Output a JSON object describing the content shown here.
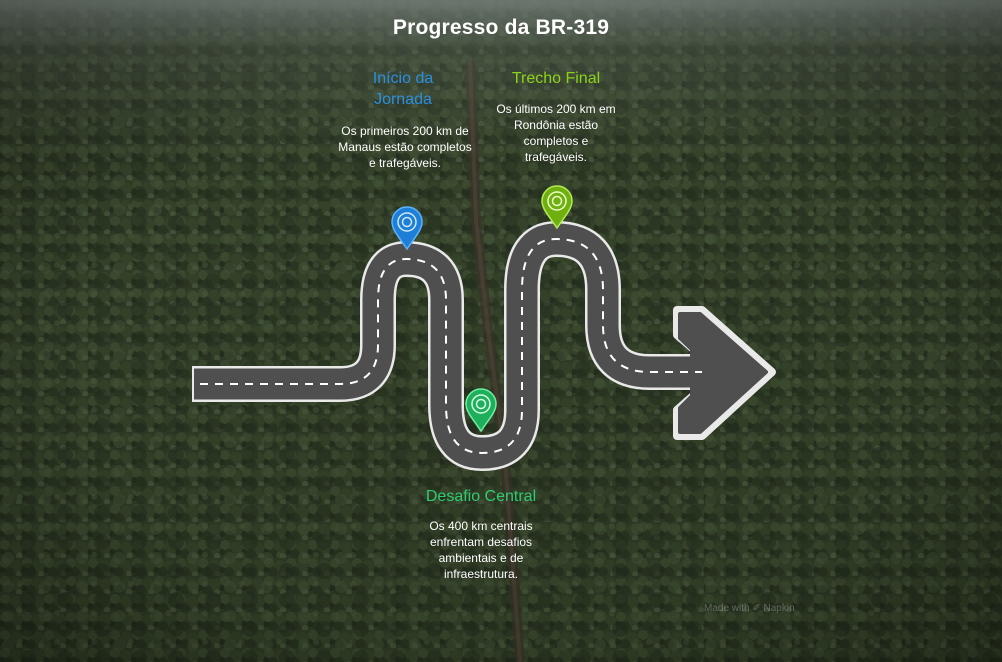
{
  "title": "Progresso da BR-319",
  "milestones": [
    {
      "title": "Início da Jornada",
      "description": "Os primeiros 200 km de Manaus estão completos e trafegáveis.",
      "color": "#2a8fe0",
      "icon": "map-pin-icon"
    },
    {
      "title": "Desafio Central",
      "description": "Os 400 km centrais enfrentam desafios ambientais e de infraestrutura.",
      "color": "#2ecc71",
      "icon": "map-pin-icon"
    },
    {
      "title": "Trecho Final",
      "description": "Os últimos 200 km em Rondônia estão completos e trafegáveis.",
      "color": "#8cd318",
      "icon": "map-pin-icon"
    }
  ],
  "watermark": "Made with ✐ Napkin",
  "colors": {
    "road": "#4f4f4f",
    "road_edge": "#e8e8e8",
    "lane": "#ffffff",
    "forest": "#2d3a24"
  }
}
